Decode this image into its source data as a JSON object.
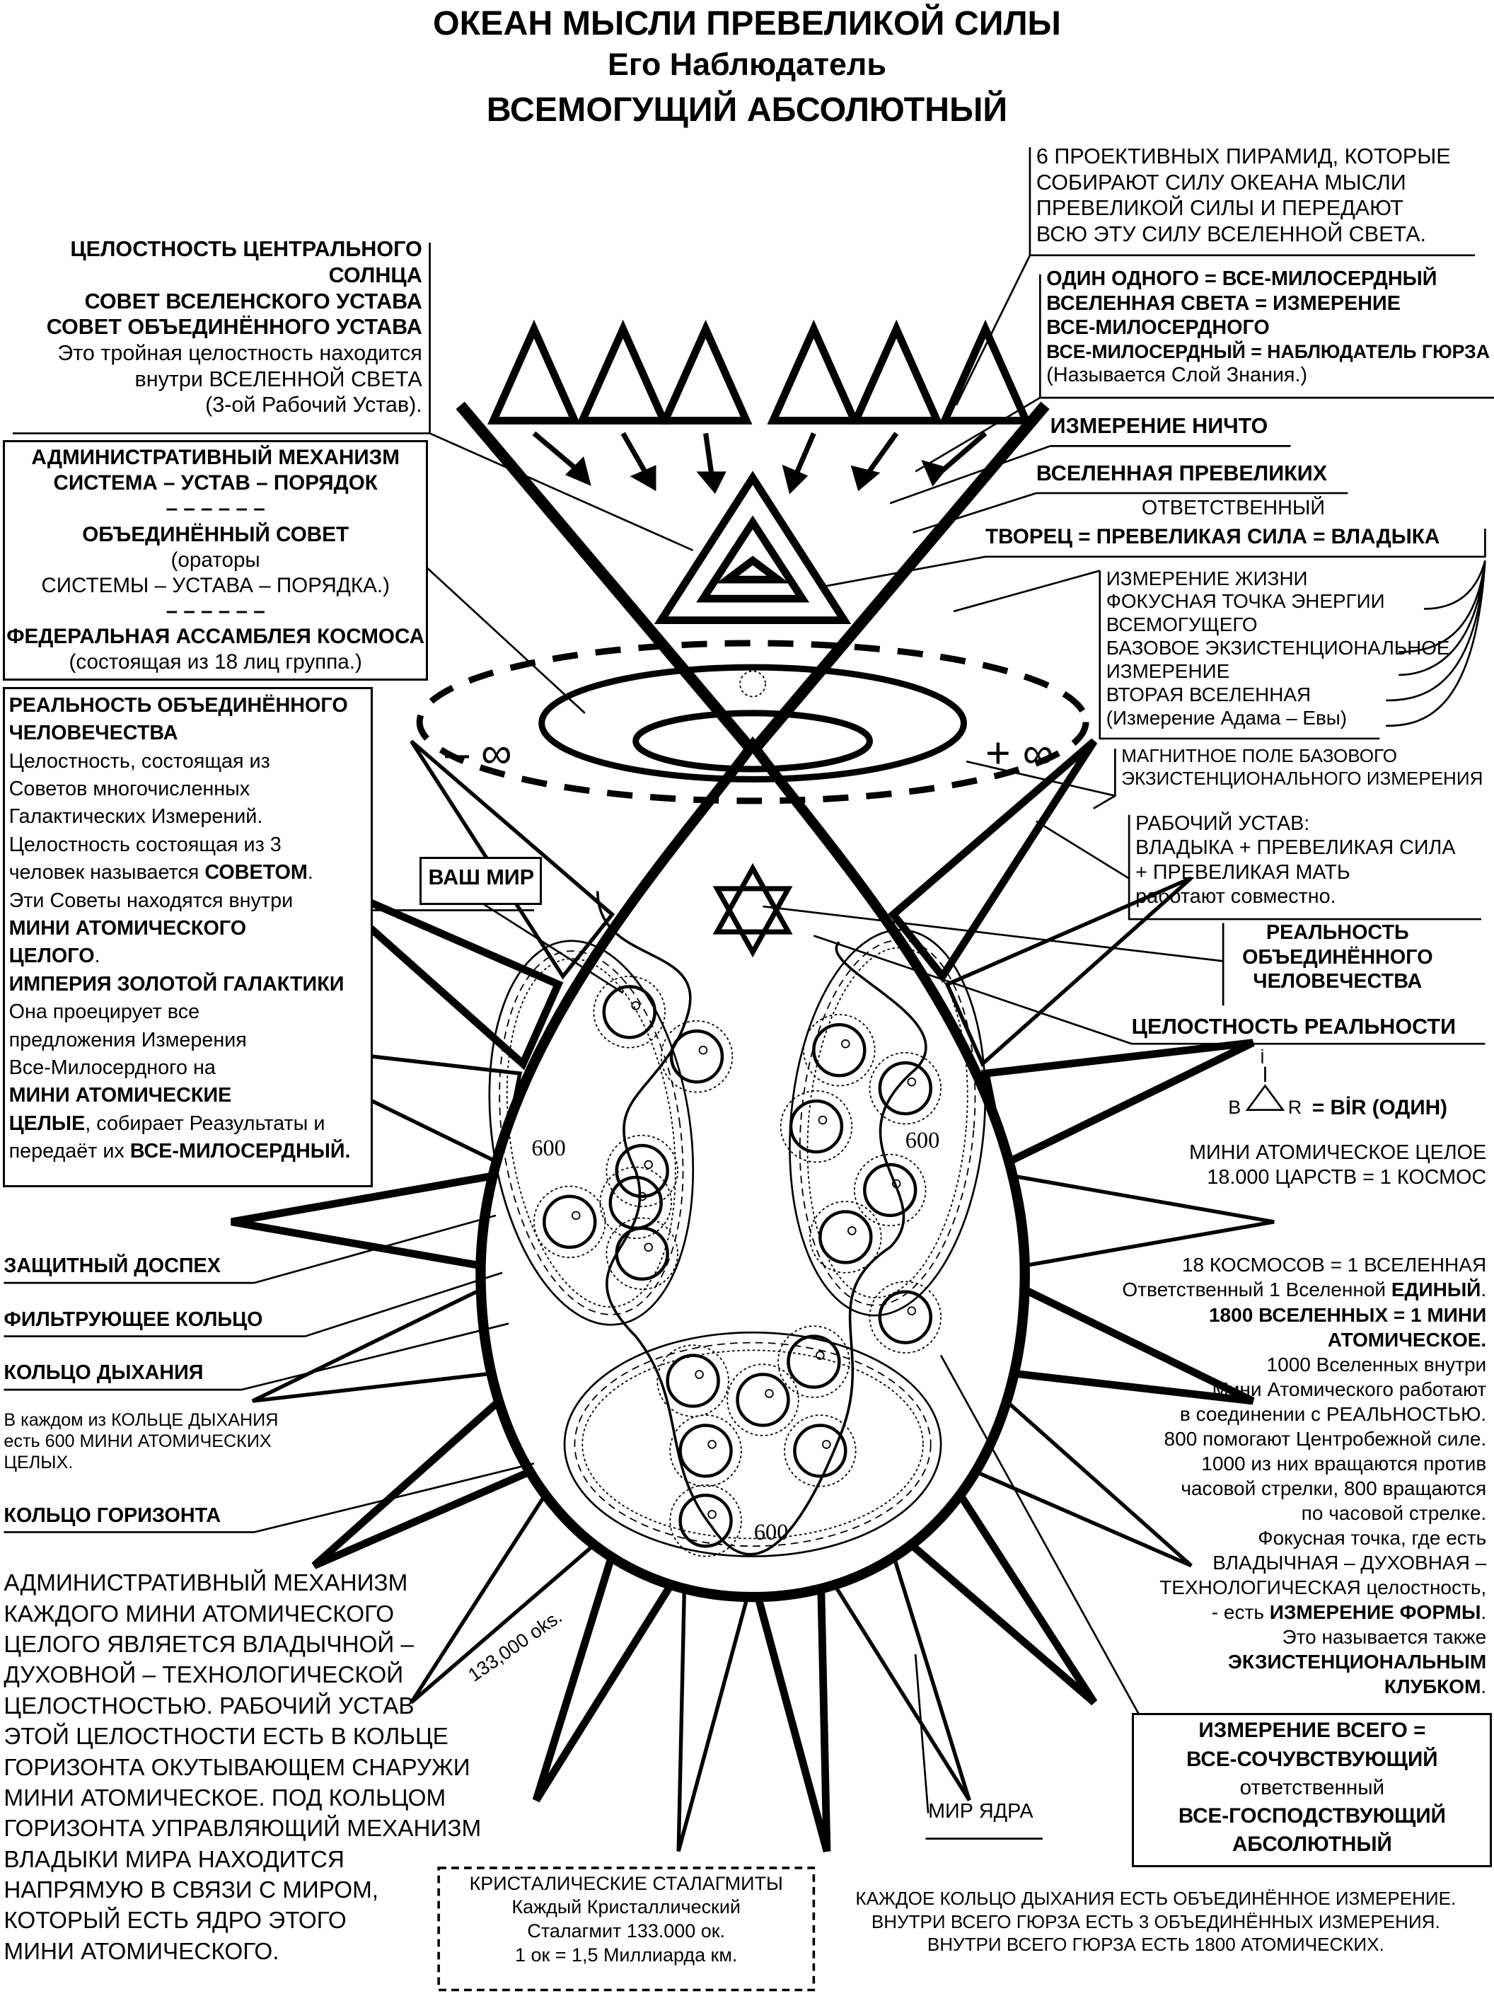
{
  "title": {
    "line1": "ОКЕАН  МЫСЛИ  ПРЕВЕЛИКОЙ  СИЛЫ",
    "line2": "Его Наблюдатель",
    "line3": "ВСЕМОГУЩИЙ АБСОЛЮТНЫЙ"
  },
  "left": {
    "sun_block": [
      [
        {
          "t": "ЦЕЛОСТНОСТЬ ЦЕНТРАЛЬНОГО",
          "b": 1
        }
      ],
      [
        {
          "t": "СОЛНЦА",
          "b": 1
        }
      ],
      [
        {
          "t": "СОВЕТ ВСЕЛЕНСКОГО УСТАВА",
          "b": 1
        }
      ],
      [
        {
          "t": "СОВЕТ ОБЪЕДИНЁННОГО УСТАВА",
          "b": 1
        }
      ],
      [
        {
          "t": "Это тройная целостность находится",
          "b": 0
        }
      ],
      [
        {
          "t": "внутри ВСЕЛЕННОЙ СВЕТА",
          "b": 0
        }
      ],
      [
        {
          "t": "(3-ой Рабочий Устав).",
          "b": 0
        }
      ]
    ],
    "admin_box": [
      [
        {
          "t": "АДМИНИСТРАТИВНЫЙ МЕХАНИЗМ",
          "b": 1
        }
      ],
      [
        {
          "t": "СИСТЕМА – УСТАВ – ПОРЯДОК",
          "b": 1
        }
      ],
      [
        {
          "t": "– – – – – –",
          "b": 1
        }
      ],
      [
        {
          "t": "ОБЪЕДИНЁННЫЙ СОВЕТ",
          "b": 1
        }
      ],
      [
        {
          "t": "(ораторы",
          "b": 0
        }
      ],
      [
        {
          "t": "СИСТЕМЫ – УСТАВА – ПОРЯДКА.)",
          "b": 0
        }
      ],
      [
        {
          "t": "– – – – – –",
          "b": 1
        }
      ],
      [
        {
          "t": "ФЕДЕРАЛЬНАЯ АССАМБЛЕЯ КОСМОСА",
          "b": 1
        }
      ],
      [
        {
          "t": "(состоящая из 18 лиц группа.)",
          "b": 0
        }
      ]
    ],
    "reality_box": [
      [
        {
          "t": "РЕАЛЬНОСТЬ ОБЪЕДИНЁННОГО",
          "b": 1
        }
      ],
      [
        {
          "t": "ЧЕЛОВЕЧЕСТВА",
          "b": 1
        }
      ],
      [
        {
          "t": "Целостность, состоящая из",
          "b": 0
        }
      ],
      [
        {
          "t": "Советов многочисленных",
          "b": 0
        }
      ],
      [
        {
          "t": "Галактических Измерений.",
          "b": 0
        }
      ],
      [
        {
          "t": "Целостность состоящая из 3",
          "b": 0
        }
      ],
      [
        {
          "t": "человек называется ",
          "b": 0
        },
        {
          "t": "СОВЕТОМ",
          "b": 1
        },
        {
          "t": ".",
          "b": 0
        }
      ],
      [
        {
          "t": "Эти Советы находятся внутри",
          "b": 0
        }
      ],
      [
        {
          "t": "МИНИ АТОМИЧЕСКОГО",
          "b": 1
        }
      ],
      [
        {
          "t": "ЦЕЛОГО",
          "b": 1
        },
        {
          "t": ".",
          "b": 0
        }
      ],
      [
        {
          "t": "ИМПЕРИЯ ЗОЛОТОЙ ГАЛАКТИКИ",
          "b": 1
        }
      ],
      [
        {
          "t": "Она проецирует все",
          "b": 0
        }
      ],
      [
        {
          "t": "предложения Измерения",
          "b": 0
        }
      ],
      [
        {
          "t": "Все-Милосердного на",
          "b": 0
        }
      ],
      [
        {
          "t": "МИНИ АТОМИЧЕСКИЕ",
          "b": 1
        }
      ],
      [
        {
          "t": "ЦЕЛЫЕ",
          "b": 1
        },
        {
          "t": ", собирает Реазультаты и",
          "b": 0
        }
      ],
      [
        {
          "t": "передаёт их ",
          "b": 0
        },
        {
          "t": "ВСЕ-МИЛОСЕРДНЫЙ.",
          "b": 1
        }
      ]
    ],
    "armor": "ЗАЩИТНЫЙ ДОСПЕХ",
    "filter_ring": "ФИЛЬТРУЮЩЕЕ КОЛЬЦО",
    "breath_ring": "КОЛЬЦО ДЫХАНИЯ",
    "breath_note": [
      [
        {
          "t": "В каждом из КОЛЬЦЕ ДЫХАНИЯ",
          "b": 0
        }
      ],
      [
        {
          "t": "есть 600 МИНИ АТОМИЧЕСКИХ",
          "b": 0
        }
      ],
      [
        {
          "t": "ЦЕЛЫХ.",
          "b": 0
        }
      ]
    ],
    "horizon_ring": "КОЛЬЦО ГОРИЗОНТА",
    "admin_paragraph": [
      [
        {
          "t": "АДМИНИСТРАТИВНЫЙ МЕХАНИЗМ",
          "b": 0
        }
      ],
      [
        {
          "t": "КАЖДОГО МИНИ АТОМИЧЕСКОГО",
          "b": 0
        }
      ],
      [
        {
          "t": "ЦЕЛОГО ЯВЛЯЕТСЯ ВЛАДЫЧНОЙ –",
          "b": 0
        }
      ],
      [
        {
          "t": "ДУХОВНОЙ – ТЕХНОЛОГИЧЕСКОЙ",
          "b": 0
        }
      ],
      [
        {
          "t": "ЦЕЛОСТНОСТЬЮ. РАБОЧИЙ УСТАВ",
          "b": 0
        }
      ],
      [
        {
          "t": "ЭТОЙ ЦЕЛОСТНОСТИ ЕСТЬ В КОЛЬЦЕ",
          "b": 0
        }
      ],
      [
        {
          "t": "ГОРИЗОНТА ОКУТЫВАЮЩЕМ СНАРУЖИ",
          "b": 0
        }
      ],
      [
        {
          "t": "МИНИ АТОМИЧЕСКОЕ. ПОД КОЛЬЦОМ",
          "b": 0
        }
      ],
      [
        {
          "t": "ГОРИЗОНТА УПРАВЛЯЮЩИЙ МЕХАНИЗМ",
          "b": 0
        }
      ],
      [
        {
          "t": "ВЛАДЫКИ МИРА НАХОДИТСЯ",
          "b": 0
        }
      ],
      [
        {
          "t": "НАПРЯМУЮ В СВЯЗИ С МИРОМ,",
          "b": 0
        }
      ],
      [
        {
          "t": "КОТОРЫЙ ЕСТЬ ЯДРО ЭТОГО",
          "b": 0
        }
      ],
      [
        {
          "t": "МИНИ АТОМИЧЕСКОГО.",
          "b": 0
        }
      ]
    ]
  },
  "right": {
    "pyramids_block": [
      [
        {
          "t": "6 ПРОЕКТИВНЫХ ПИРАМИД, КОТОРЫЕ",
          "b": 0
        }
      ],
      [
        {
          "t": "СОБИРАЮТ СИЛУ ОКЕАНА МЫСЛИ",
          "b": 0
        }
      ],
      [
        {
          "t": "ПРЕВЕЛИКОЙ СИЛЫ И ПЕРЕДАЮТ",
          "b": 0
        }
      ],
      [
        {
          "t": "ВСЮ ЭТУ СИЛУ ВСЕЛЕННОЙ СВЕТА.",
          "b": 0
        }
      ]
    ],
    "one_block": [
      [
        {
          "t": "ОДИН ОДНОГО = ВСЕ-МИЛОСЕРДНЫЙ",
          "b": 1
        }
      ],
      [
        {
          "t": "ВСЕЛЕННАЯ СВЕТА = ИЗМЕРЕНИЕ",
          "b": 1
        }
      ],
      [
        {
          "t": "ВСЕ-МИЛОСЕРДНОГО",
          "b": 1
        }
      ],
      [
        {
          "t": "ВСЕ-МИЛОСЕРДНЫЙ = НАБЛЮДАТЕЛЬ ГЮРЗА",
          "b": 1
        }
      ],
      [
        {
          "t": "(Называется Слой Знания.)",
          "b": 0
        }
      ]
    ],
    "nothing": "ИЗМЕРЕНИЕ НИЧТО",
    "great_universe": "ВСЕЛЕННАЯ ПРЕВЕЛИКИХ",
    "responsible": "ОТВЕТСТВЕННЫЙ",
    "creator": "ТВОРЕЦ = ПРЕВЕЛИКАЯ СИЛА = ВЛАДЫКА",
    "life_block": [
      [
        {
          "t": "ИЗМЕРЕНИЕ ЖИЗНИ",
          "b": 0
        }
      ],
      [
        {
          "t": "ФОКУСНАЯ ТОЧКА ЭНЕРГИИ",
          "b": 0
        }
      ],
      [
        {
          "t": "ВСЕМОГУЩЕГО",
          "b": 0
        }
      ],
      [
        {
          "t": "БАЗОВОЕ ЭКЗИСТЕНЦИОНАЛЬНОЕ",
          "b": 0
        }
      ],
      [
        {
          "t": "ИЗМЕРЕНИЕ",
          "b": 0
        }
      ],
      [
        {
          "t": "ВТОРАЯ ВСЕЛЕННАЯ",
          "b": 0
        }
      ],
      [
        {
          "t": "(Измерение Адама – Евы)",
          "b": 0
        }
      ]
    ],
    "magnetic_block": [
      [
        {
          "t": "МАГНИТНОЕ ПОЛЕ БАЗОВОГО",
          "b": 0
        }
      ],
      [
        {
          "t": "ЭКЗИСТЕНЦИОНАЛЬНОГО ИЗМЕРЕНИЯ",
          "b": 0
        }
      ]
    ],
    "work_block": [
      [
        {
          "t": "РАБОЧИЙ УСТАВ:",
          "b": 0
        }
      ],
      [
        {
          "t": "ВЛАДЫКА + ПРЕВЕЛИКАЯ СИЛА",
          "b": 0
        }
      ],
      [
        {
          "t": "+ ПРЕВЕЛИКАЯ МАТЬ",
          "b": 0
        }
      ],
      [
        {
          "t": "работают совместно.",
          "b": 0
        }
      ]
    ],
    "humanity_block": [
      [
        {
          "t": "РЕАЛЬНОСТЬ",
          "b": 1
        }
      ],
      [
        {
          "t": "ОБЪЕДИНЁННОГО",
          "b": 1
        }
      ],
      [
        {
          "t": "ЧЕЛОВЕЧЕСТВА",
          "b": 1
        }
      ]
    ],
    "reality_integrity": "ЦЕЛОСТНОСТЬ РЕАЛЬНОСТИ",
    "bir": {
      "i": "İ",
      "b": "B",
      "r": "R",
      "eq": "= BİR (ОДИН)"
    },
    "mini_block": [
      [
        {
          "t": "МИНИ АТОМИЧЕСКОЕ ЦЕЛОЕ",
          "b": 0
        }
      ],
      [
        {
          "t": "18.000 ЦАРСТВ = 1 КОСМОС",
          "b": 0
        }
      ]
    ],
    "cosmos_block": [
      [
        {
          "t": "18 КОСМОСОВ = 1 ВСЕЛЕННАЯ",
          "b": 0
        }
      ],
      [
        {
          "t": "Ответственный 1 Вселенной ",
          "b": 0
        },
        {
          "t": "ЕДИНЫЙ",
          "b": 1
        },
        {
          "t": ".",
          "b": 0
        }
      ],
      [
        {
          "t": "1800 ВСЕЛЕННЫХ = 1 МИНИ",
          "b": 1
        }
      ],
      [
        {
          "t": "АТОМИЧЕСКОЕ.",
          "b": 1
        }
      ],
      [
        {
          "t": "1000 Вселенных внутри",
          "b": 0
        }
      ],
      [
        {
          "t": "Мини Атомического работают",
          "b": 0
        }
      ],
      [
        {
          "t": "в соединении с РЕАЛЬНОСТЬЮ.",
          "b": 0
        }
      ],
      [
        {
          "t": "800 помогают Центробежной силе.",
          "b": 0
        }
      ],
      [
        {
          "t": "1000 из них вращаются против",
          "b": 0
        }
      ],
      [
        {
          "t": "часовой стрелки, 800 вращаются",
          "b": 0
        }
      ],
      [
        {
          "t": "по часовой стрелке.",
          "b": 0
        }
      ],
      [
        {
          "t": "Фокусная точка, где есть",
          "b": 0
        }
      ],
      [
        {
          "t": "ВЛАДЫЧНАЯ – ДУХОВНАЯ –",
          "b": 0
        }
      ],
      [
        {
          "t": "ТЕХНОЛОГИЧЕСКАЯ целостность,",
          "b": 0
        }
      ],
      [
        {
          "t": "- есть ",
          "b": 0
        },
        {
          "t": "ИЗМЕРЕНИЕ ФОРМЫ",
          "b": 1
        },
        {
          "t": ".",
          "b": 0
        }
      ],
      [
        {
          "t": "Это называется также",
          "b": 0
        }
      ],
      [
        {
          "t": "ЭКЗИСТЕНЦИОНАЛЬНЫМ",
          "b": 1
        }
      ],
      [
        {
          "t": "КЛУБКОМ",
          "b": 1
        },
        {
          "t": ".",
          "b": 0
        }
      ]
    ],
    "all_box": [
      [
        {
          "t": "ИЗМЕРЕНИЕ ВСЕГО =",
          "b": 1
        }
      ],
      [
        {
          "t": "ВСЕ-СОЧУВСТВУЮЩИЙ",
          "b": 1
        }
      ],
      [
        {
          "t": "ответственный",
          "b": 0
        }
      ],
      [
        {
          "t": "ВСЕ-ГОСПОДСТВУЮЩИЙ",
          "b": 1
        }
      ],
      [
        {
          "t": "АБСОЛЮТНЫЙ",
          "b": 1
        }
      ]
    ],
    "core_world": "МИР ЯДРА",
    "bottom_note": [
      [
        {
          "t": "КАЖДОЕ КОЛЬЦО ДЫХАНИЯ ЕСТЬ ОБЪЕДИНЁННОЕ ИЗМЕРЕНИЕ.",
          "b": 0
        }
      ],
      [
        {
          "t": "ВНУТРИ ВСЕГО ГЮРЗА ЕСТЬ 3 ОБЪЕДИНЁННЫХ ИЗМЕРЕНИЯ.",
          "b": 0
        }
      ],
      [
        {
          "t": "ВНУТРИ ВСЕГО ГЮРЗА ЕСТЬ 1800 АТОМИЧЕСКИХ.",
          "b": 0
        }
      ]
    ]
  },
  "center": {
    "minus_inf": "– ∞",
    "plus_inf": "+ ∞",
    "your_world": "ВАШ МИР",
    "count_left": "600",
    "count_right": "600",
    "count_bottom": "600",
    "oks": "133,000 oks.",
    "stalagmites": [
      [
        {
          "t": "КРИСТАЛИЧЕСКИЕ СТАЛАГМИТЫ",
          "b": 0
        }
      ],
      [
        {
          "t": "Каждый Кристаллический",
          "b": 0
        }
      ],
      [
        {
          "t": "Сталагмит 133.000 ок.",
          "b": 0
        }
      ],
      [
        {
          "t": "1 ок = 1,5 Миллиарда км.",
          "b": 0
        }
      ]
    ]
  }
}
